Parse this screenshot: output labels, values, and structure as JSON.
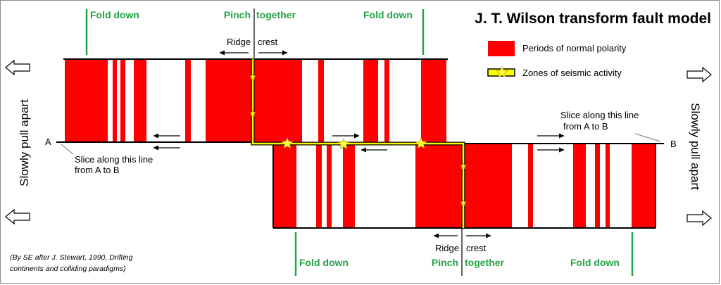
{
  "title": "J. T. Wilson transform fault model",
  "legend": {
    "normal_polarity": "Periods of normal polarity",
    "seismic": "Zones of seismic activity"
  },
  "labels": {
    "fold_down": "Fold down",
    "pinch": "Pinch",
    "together": "together",
    "ridge": "Ridge",
    "crest": "crest",
    "point_a": "A",
    "point_b": "B",
    "slice_line1": "Slice along this line",
    "slice_line2": "from A to B",
    "pull_apart": "Slowly pull apart"
  },
  "credit": {
    "line1": "(By SE after J. Stewart, 1990, Drifting",
    "line2": "continents and colliding paradigms)"
  },
  "colors": {
    "normal_polarity": "#ff0000",
    "fold_green": "#22a545",
    "seismic_zone": "#ffff00",
    "star": "#ffff40",
    "outline": "#000000"
  }
}
